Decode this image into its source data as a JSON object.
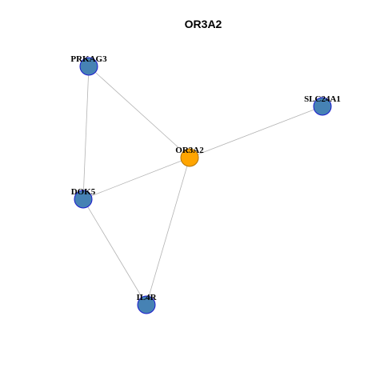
{
  "title": "OR3A2",
  "colors": {
    "background": "#ffffff",
    "edge": "#b3b3b3",
    "center_fill": "#ffa500",
    "center_stroke": "#b37400",
    "node_fill": "#4682b4",
    "node_stroke": "#1a1acd",
    "label": "#000000",
    "title": "#000000"
  },
  "graph": {
    "center": "OR3A2",
    "nodes": [
      {
        "id": "OR3A2",
        "label": "OR3A2",
        "role": "center"
      },
      {
        "id": "PRKAG3",
        "label": "PRKAG3",
        "role": "neighbor"
      },
      {
        "id": "SLC24A1",
        "label": "SLC24A1",
        "role": "neighbor"
      },
      {
        "id": "DOK5",
        "label": "DOK5",
        "role": "neighbor"
      },
      {
        "id": "IL4R",
        "label": "IL4R",
        "role": "neighbor"
      }
    ],
    "edges": [
      [
        "PRKAG3",
        "OR3A2"
      ],
      [
        "PRKAG3",
        "DOK5"
      ],
      [
        "OR3A2",
        "SLC24A1"
      ],
      [
        "OR3A2",
        "DOK5"
      ],
      [
        "OR3A2",
        "IL4R"
      ],
      [
        "DOK5",
        "IL4R"
      ]
    ]
  }
}
